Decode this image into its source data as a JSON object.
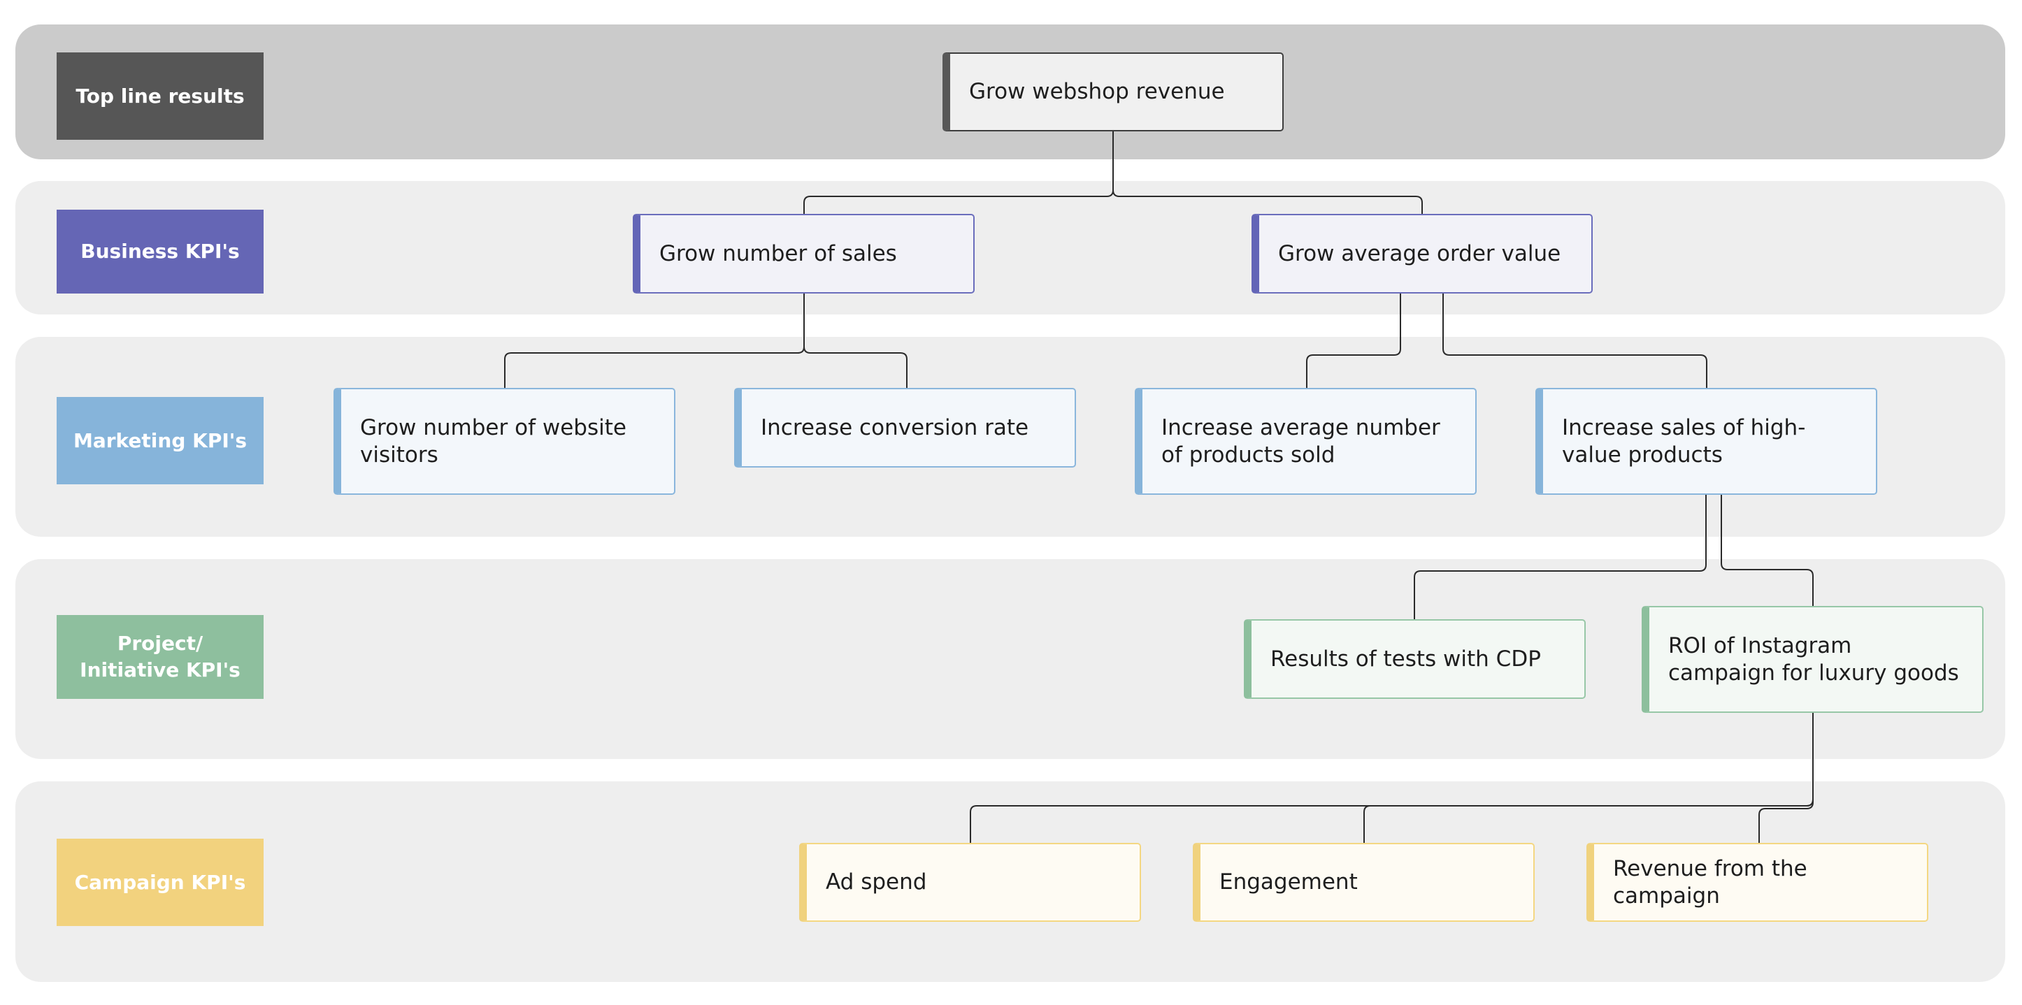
{
  "levels": [
    {
      "key": "top",
      "label": "Top line results",
      "color": "#565656"
    },
    {
      "key": "business",
      "label": "Business KPI's",
      "color": "#6566b5"
    },
    {
      "key": "marketing",
      "label": "Marketing KPI's",
      "color": "#86b4da"
    },
    {
      "key": "project",
      "label": "Project/ Initiative KPI's",
      "color": "#8ebf9e"
    },
    {
      "key": "campaign",
      "label": "Campaign KPI's",
      "color": "#f2d27e"
    }
  ],
  "nodes": {
    "revenue": "Grow webshop revenue",
    "sales": "Grow number of sales",
    "aov": "Grow average order value",
    "visitors": "Grow number of website visitors",
    "conversion": "Increase conversion rate",
    "products_sold": "Increase average number of products sold",
    "high_value": "Increase sales of high-value products",
    "cdp_tests": "Results of tests with CDP",
    "instagram_roi": "ROI of Instagram campaign for luxury goods",
    "ad_spend": "Ad spend",
    "engagement": "Engagement",
    "campaign_revenue": "Revenue from the campaign"
  }
}
